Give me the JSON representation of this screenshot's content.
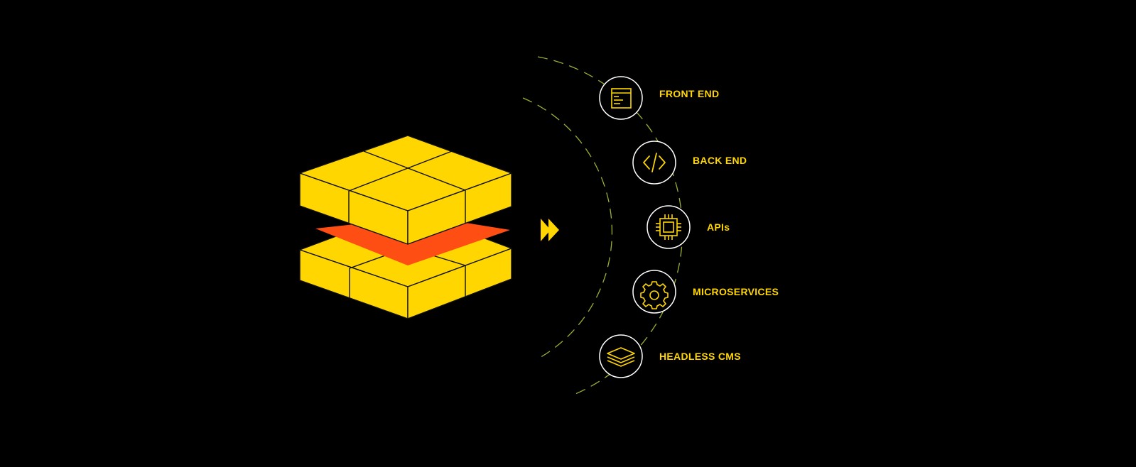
{
  "colors": {
    "background": "#000000",
    "accent_yellow": "#FFD600",
    "accent_orange": "#FF4E14",
    "arc_dash": "#A9C43A",
    "circle_stroke": "#FFFFFF",
    "block_stroke": "#111111"
  },
  "illustration": {
    "stack_icon": "layered-block-stack",
    "middle_layer": "orange-layer",
    "arrow_icon": "fast-forward-icon"
  },
  "items": [
    {
      "label": "FRONT END",
      "icon": "browser-window-icon"
    },
    {
      "label": "BACK END",
      "icon": "code-brackets-icon"
    },
    {
      "label": "APIs",
      "icon": "chip-icon"
    },
    {
      "label": "MICROSERVICES",
      "icon": "gear-icon"
    },
    {
      "label": "HEADLESS CMS",
      "icon": "layers-icon"
    }
  ]
}
